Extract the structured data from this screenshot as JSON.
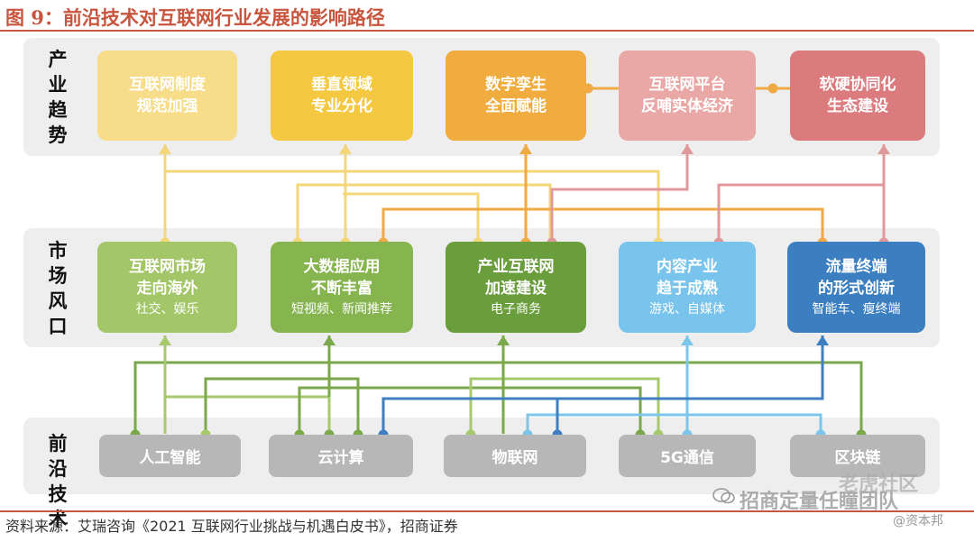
{
  "figure": {
    "title": "图 9：前沿技术对互联网行业发展的影响路径",
    "source": "资料来源：艾瑞咨询《2021 互联网行业挑战与机遇白皮书》，招商证券"
  },
  "rows": {
    "trends_label": "产业趋势",
    "market_label": "市场风口",
    "tech_label": "前沿技术"
  },
  "trends": [
    {
      "line1": "互联网制度",
      "line2": "规范加强",
      "color": "#f7dc8a"
    },
    {
      "line1": "垂直领域",
      "line2": "专业分化",
      "color": "#f5c842"
    },
    {
      "line1": "数字孪生",
      "line2": "全面赋能",
      "color": "#f1ac3f"
    },
    {
      "line1": "互联网平台",
      "line2": "反哺实体经济",
      "color": "#e9a8a6"
    },
    {
      "line1": "软硬协同化",
      "line2": "生态建设",
      "color": "#dc7b7e"
    }
  ],
  "markets": [
    {
      "line1": "互联网市场",
      "line2": "走向海外",
      "sub": "社交、娱乐",
      "color": "#a3c768"
    },
    {
      "line1": "大数据应用",
      "line2": "不断丰富",
      "sub": "短视频、新闻推荐",
      "color": "#86b550"
    },
    {
      "line1": "产业互联网",
      "line2": "加速建设",
      "sub": "电子商务",
      "color": "#6a9d3c"
    },
    {
      "line1": "内容产业",
      "line2": "趋于成熟",
      "sub": "游戏、自媒体",
      "color": "#78c4ec"
    },
    {
      "line1": "流量终端",
      "line2": "的形式创新",
      "sub": "智能车、瘦终端",
      "color": "#3c7fc0"
    }
  ],
  "techs": [
    "人工智能",
    "云计算",
    "物联网",
    "5G通信",
    "区块链"
  ],
  "connector_colors": {
    "light_yellow": "#f3d778",
    "orange": "#f0aa45",
    "pink": "#e0999a",
    "green_light": "#a5c96b",
    "green_dark": "#7aa84a",
    "light_blue": "#7cc6ec",
    "dark_blue": "#3d7fc0"
  },
  "watermark": {
    "main": "招商定量任瞳团队",
    "brand": "老虎社区",
    "sub": "@资本邦"
  }
}
